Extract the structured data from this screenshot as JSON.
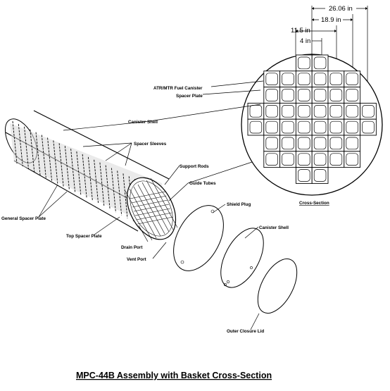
{
  "title": "MPC-44B Assembly with Basket Cross-Section",
  "dimensions": {
    "d1": "26.06 in",
    "d2": "18.9 in",
    "d3": "11.5 in",
    "d4": "4 in"
  },
  "labels": {
    "atr_mtr_fuel_canister": "ATR/MTR Fuel Canister",
    "spacer_plate": "Spacer Plate",
    "canister_shell_top": "Canister Shell",
    "spacer_sleeves": "Spacer Sleeves",
    "support_rods": "Support Rods",
    "guide_tubes": "Guide Tubes",
    "cross_section": "Cross-Section",
    "shield_plug": "Shield Plug",
    "canister_shell_lid": "Canister Shell",
    "general_spacer_plate": "General Spacer Plate",
    "top_spacer_plate": "Top Spacer Plate",
    "drain_port": "Drain Port",
    "vent_port": "Vent Port",
    "outer_closure_lid": "Outer Closure Lid"
  }
}
